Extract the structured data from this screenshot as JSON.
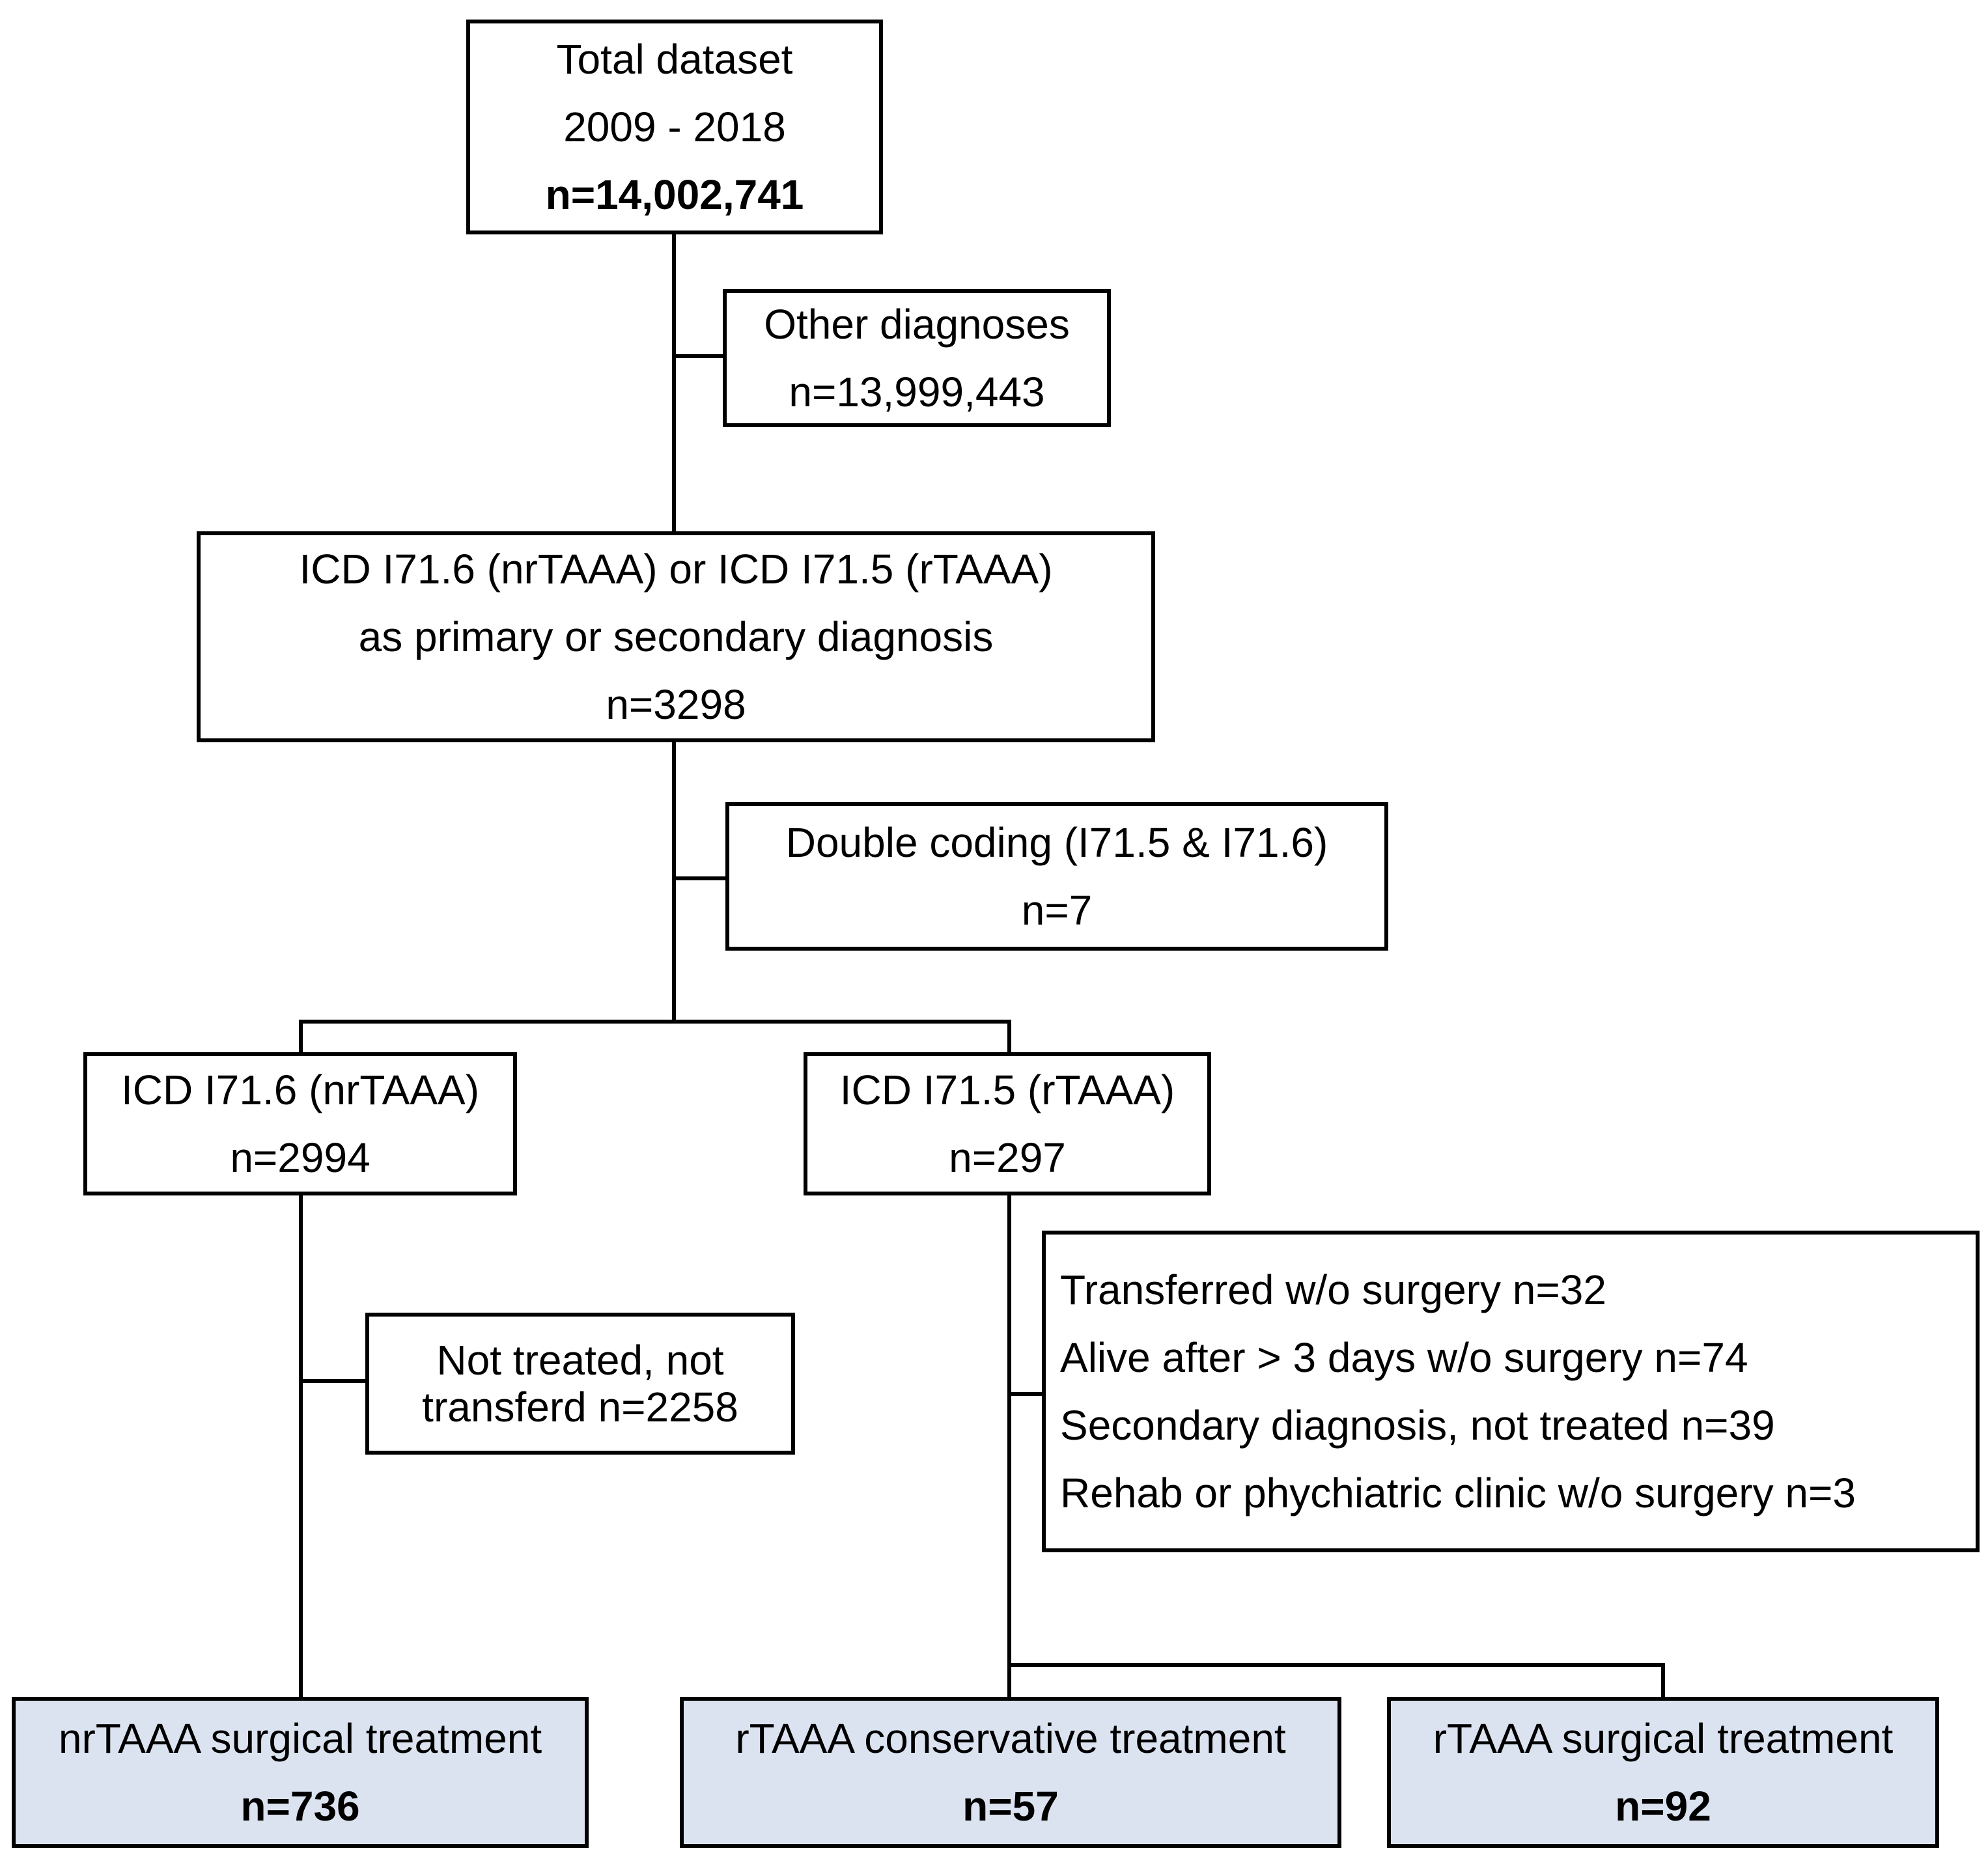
{
  "flowchart": {
    "total": {
      "line1": "Total dataset",
      "line2": "2009 - 2018",
      "line3": "n=14,002,741"
    },
    "other": {
      "line1": "Other diagnoses",
      "line2": "n=13,999,443"
    },
    "icd": {
      "line1": "ICD I71.6 (nrTAAA) or ICD I71.5 (rTAAA)",
      "line2": "as primary or secondary diagnosis",
      "line3": "n=3298"
    },
    "double": {
      "line1": "Double coding (I71.5 & I71.6)",
      "line2": "n=7"
    },
    "nr": {
      "line1": "ICD I71.6 (nrTAAA)",
      "line2": "n=2994"
    },
    "r": {
      "line1": "ICD I71.5 (rTAAA)",
      "line2": "n=297"
    },
    "not_treated": {
      "line1": "Not treated, not",
      "line2": "transferd n=2258"
    },
    "exclusions": {
      "items": [
        "Transferred w/o surgery n=32",
        "Alive after > 3 days w/o surgery n=74",
        "Secondary diagnosis, not treated n=39",
        "Rehab or phychiatric clinic w/o surgery n=3"
      ]
    },
    "nr_surgical": {
      "line1": "nrTAAA surgical treatment",
      "line2": "n=736"
    },
    "r_conservative": {
      "line1": "rTAAA conservative treatment",
      "line2": "n=57"
    },
    "r_surgical": {
      "line1": "rTAAA surgical treatment",
      "line2": "n=92"
    }
  }
}
